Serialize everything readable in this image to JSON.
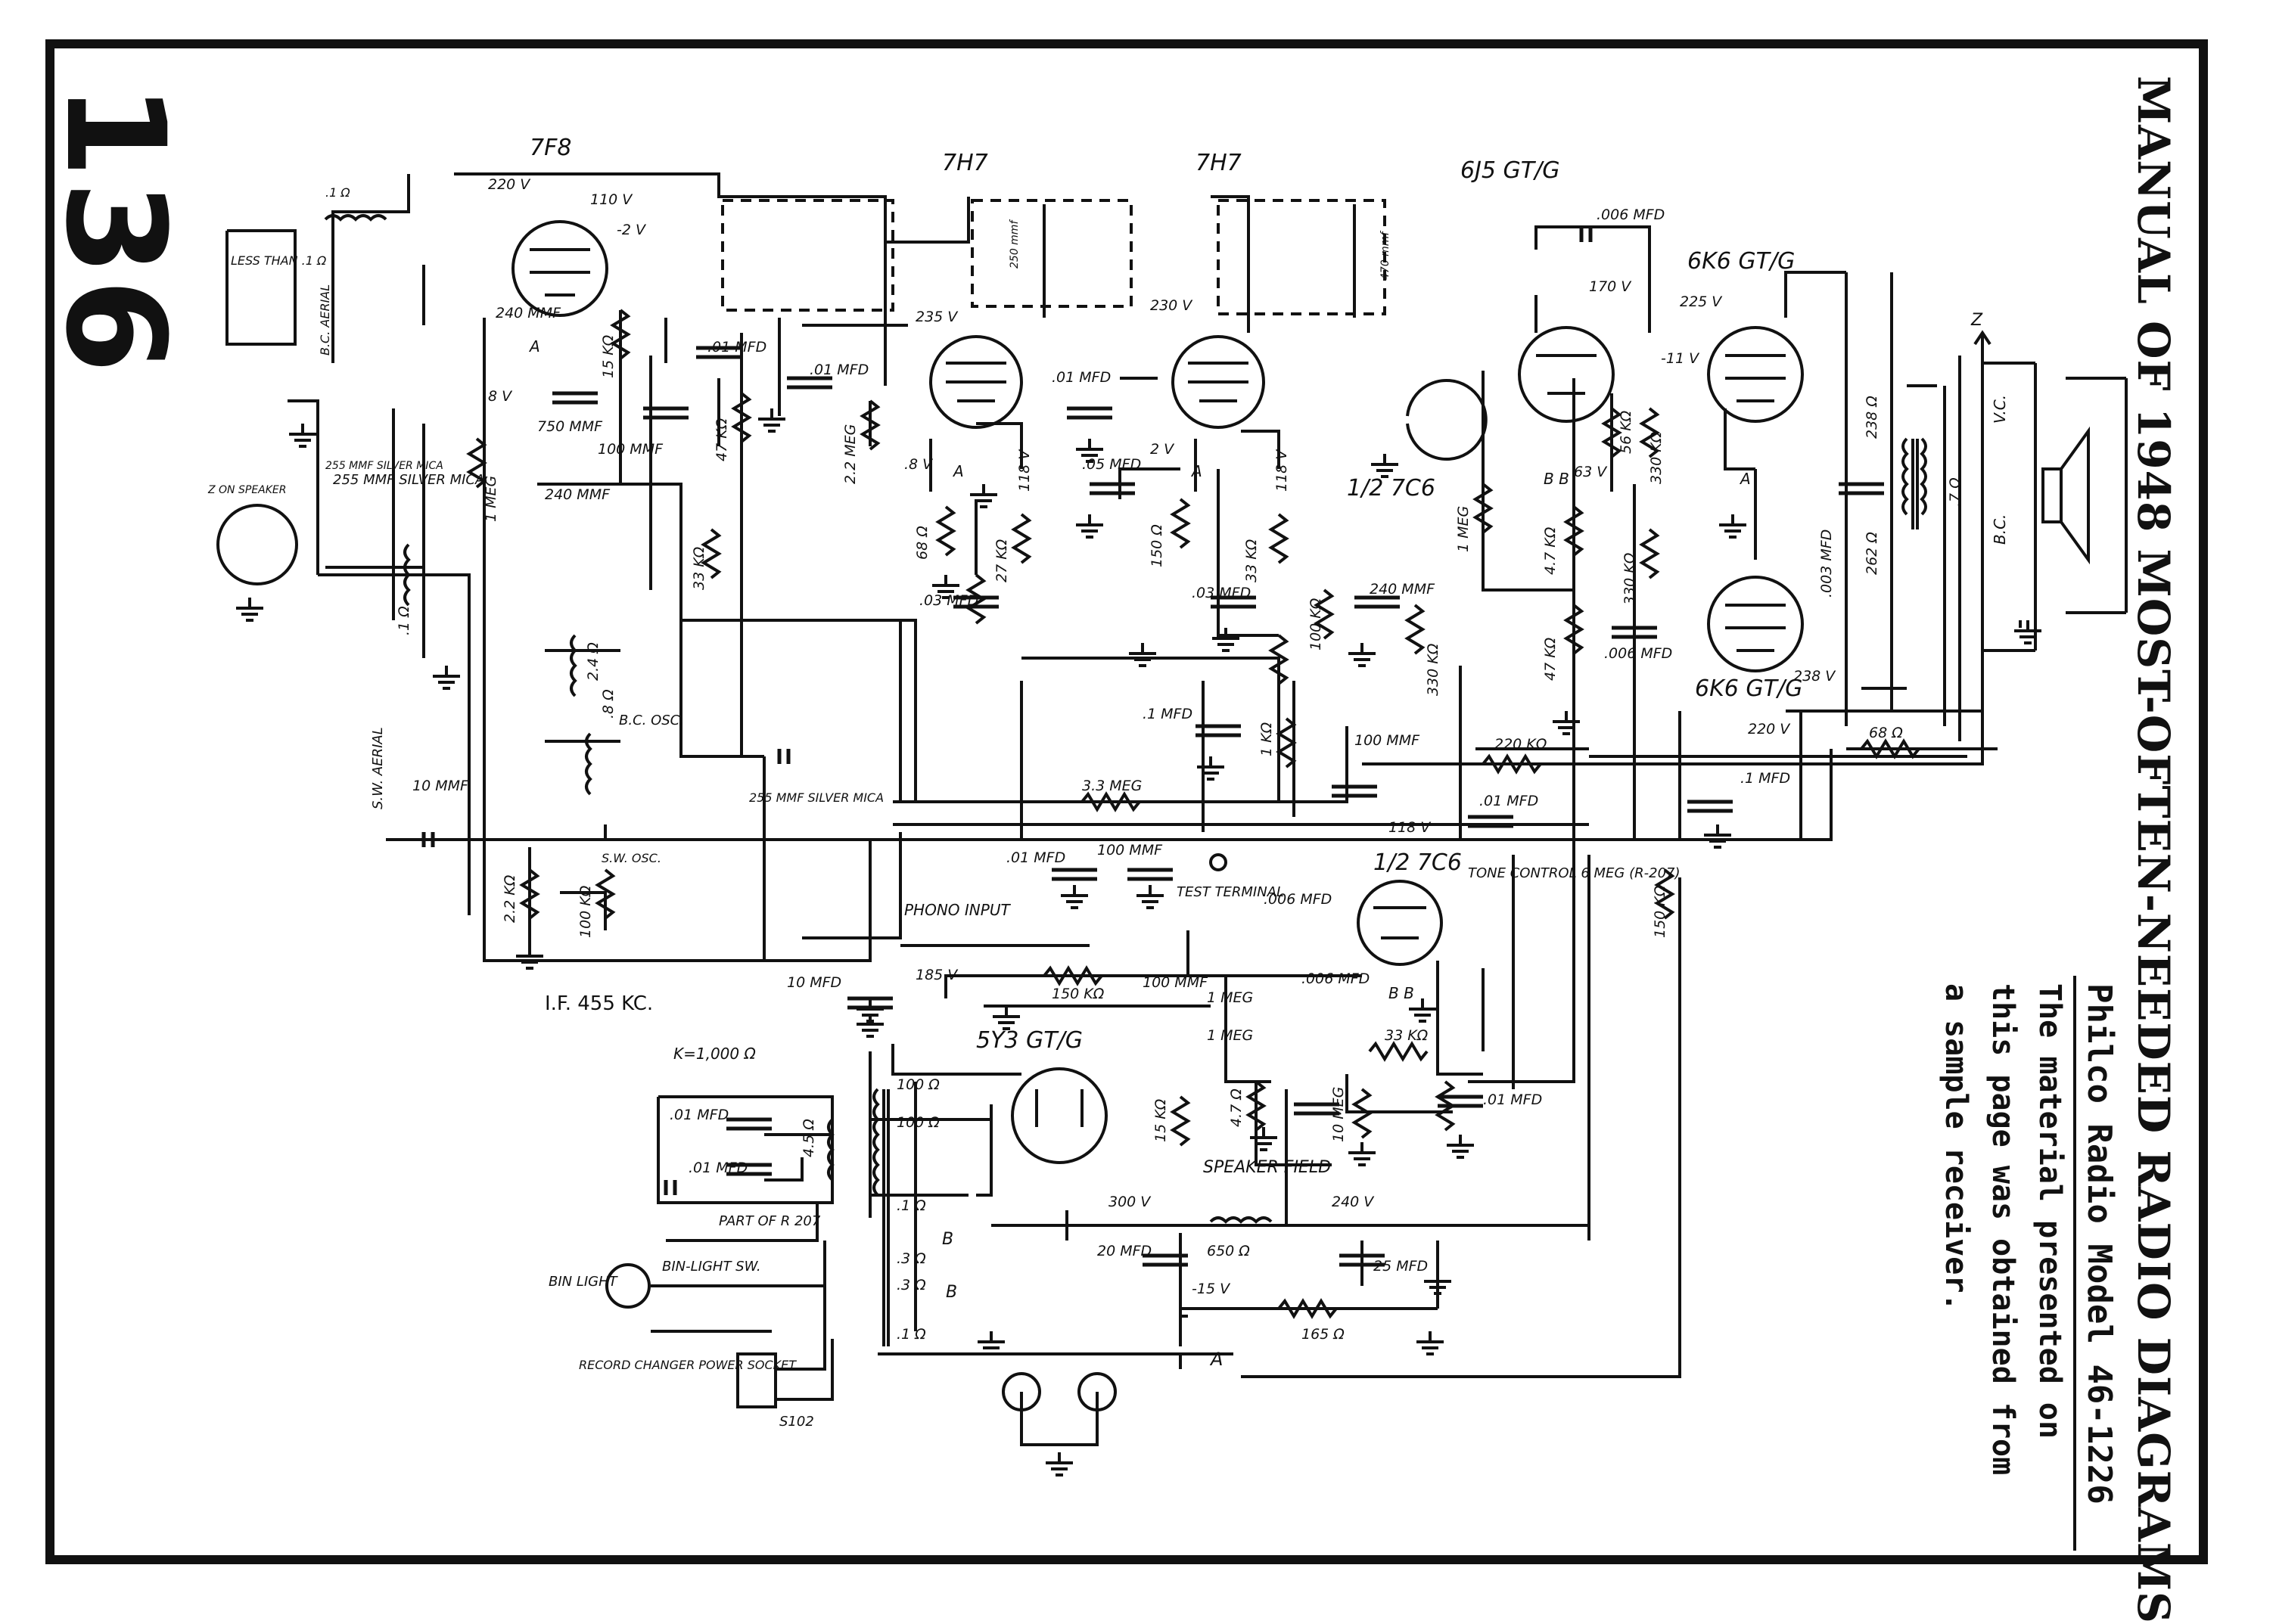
{
  "page": {
    "number": "136",
    "title": "MANUAL OF 1948 MOST-OFTEN-NEEDED RADIO DIAGRAMS",
    "model": "Philco Radio Model 46-1226",
    "note_lines": [
      "The material presented on",
      "this page was obtained from",
      "a sample receiver."
    ]
  },
  "tubes": [
    {
      "label": "7F8"
    },
    {
      "label": "7H7"
    },
    {
      "label": "7H7"
    },
    {
      "label": "6J5 GT/G"
    },
    {
      "label": "6K6 GT/G"
    },
    {
      "label": "6K6 GT/G"
    },
    {
      "label": "1/2 7C6"
    },
    {
      "label": "1/2 7C6"
    },
    {
      "label": "5Y3 GT/G"
    }
  ],
  "labels": {
    "if_freq": "I.F. 455 KC.",
    "k_def": "K=1,000 Ω",
    "less_than": "LESS THAN .1 Ω",
    "bc_aerial": "B.C. AERIAL",
    "sw_aerial": "S.W. AERIAL",
    "z_on_speaker": "Z ON SPEAKER",
    "silver_mica_255": "255 MMF SILVER MICA",
    "bc_osc": "B.C. OSC.",
    "sw_osc": "S.W. OSC.",
    "phono_input": "PHONO INPUT",
    "test_terminal": "TEST TERMINAL",
    "tone_control": "TONE CONTROL 6 MEG (R-207)",
    "speaker_field": "SPEAKER FIELD",
    "part_of_r207": "PART OF R 207",
    "bin_light": "BIN LIGHT",
    "bin_light_sw": "BIN-LIGHT SW.",
    "record_changer": "RECORD CHANGER POWER SOCKET",
    "s102": "S102",
    "vc": "V.C.",
    "bc": "B.C.",
    "z": "Z",
    "a": "A",
    "b": "B",
    "bb": "B B"
  },
  "values": {
    "v220": "220 V",
    "v110": "110 V",
    "vm2": "-2 V",
    "v8": "8 V",
    "v235": "235 V",
    "v230": "230 V",
    "v170": "170 V",
    "v225": "225 V",
    "vm11": "-11 V",
    "v63": "63 V",
    "v238": "238 V",
    "v220b": "220 V",
    "v118": "118 V",
    "v118b": "118 V",
    "v118c": "118 V",
    "v185": "185 V",
    "v300": "300 V",
    "vm15": "-15 V",
    "v240": "240 V",
    "v8b": ".8 V",
    "v2": "2 V",
    "mmf240": "240 MMF",
    "mmf750": "750 MMF",
    "mmf100": "100 MMF",
    "r15k": "15 KΩ",
    "r1meg": "1 MEG",
    "r47k": "47 KΩ",
    "r33k": "33 KΩ",
    "r22meg": "2.2 MEG",
    "mfd01a": ".01 MFD",
    "mfd01b": ".01 MFD",
    "r68": "68 Ω",
    "mfd03": ".03 MFD",
    "r27k": "27 KΩ",
    "mfd05": ".05 MFD",
    "r150": "150 Ω",
    "r33kb": "33 KΩ",
    "mfd03b": ".03 MFD",
    "mmf250": "250 mmf",
    "mmf470": "470 mmf",
    "mfd006a": ".006 MFD",
    "r100k": "100 KΩ",
    "mmf240b": "240 MMF",
    "r330k": "330 KΩ",
    "r1meg_b": "1 MEG",
    "r47kb": "4.7 KΩ",
    "r47kc": "47 KΩ",
    "r56k": "56 KΩ",
    "r330kb": "330 KΩ",
    "r330kc": "330 KΩ",
    "mfd006b": ".006 MFD",
    "r238": "238 Ω",
    "r262": "262 Ω",
    "mfd003": ".003 MFD",
    "r7": ".7 Ω",
    "r68b": "68 Ω",
    "mfd1": ".1 MFD",
    "r220k": "220 KΩ",
    "mmf100b": "100 MMF",
    "mfd01c": ".01 MFD",
    "r33meg": "3.3 MEG",
    "mfd1b": ".1 MFD",
    "r1k": "1 KΩ",
    "mmf255b": "255 MMF SILVER MICA",
    "mmf10": "10 MMF",
    "r22k": "2.2 KΩ",
    "r100kb": "100 KΩ",
    "mfd01d": ".01 MFD",
    "mmf100c": "100 MMF",
    "mfd006c": ".006 MFD",
    "r150k": "150 KΩ",
    "mmf100d": "100 MMF",
    "meg1a": "1 MEG",
    "meg1b": "1 MEG",
    "mfd006d": ".006 MFD",
    "r33kc": "33 KΩ",
    "mfd01e": ".01 MFD",
    "r47": "4.7 Ω",
    "r10meg": "10 MEG",
    "r150kb": "150 KΩ",
    "mfd10": "10 MFD",
    "r100a": "100 Ω",
    "r100b": "100 Ω",
    "r1a": ".1 Ω",
    "r3a": ".3 Ω",
    "r3b": ".3 Ω",
    "r1b": ".1 Ω",
    "r15kb": "15 KΩ",
    "r45": "4.5 Ω",
    "mfd01f": ".01 MFD",
    "mfd01g": ".01 MFD",
    "mfd20": "20 MFD",
    "r650": "650 Ω",
    "mfd25": "25 MFD",
    "r165": "165 Ω",
    "r2_4": "2.4 Ω",
    "r8": ".8 Ω",
    "r1c": ".1 Ω",
    "r2_1": ".1 Ω",
    "mmf255a": "255 MMF SILVER MICA"
  },
  "colors": {
    "ink": "#111111",
    "paper": "#ffffff"
  }
}
